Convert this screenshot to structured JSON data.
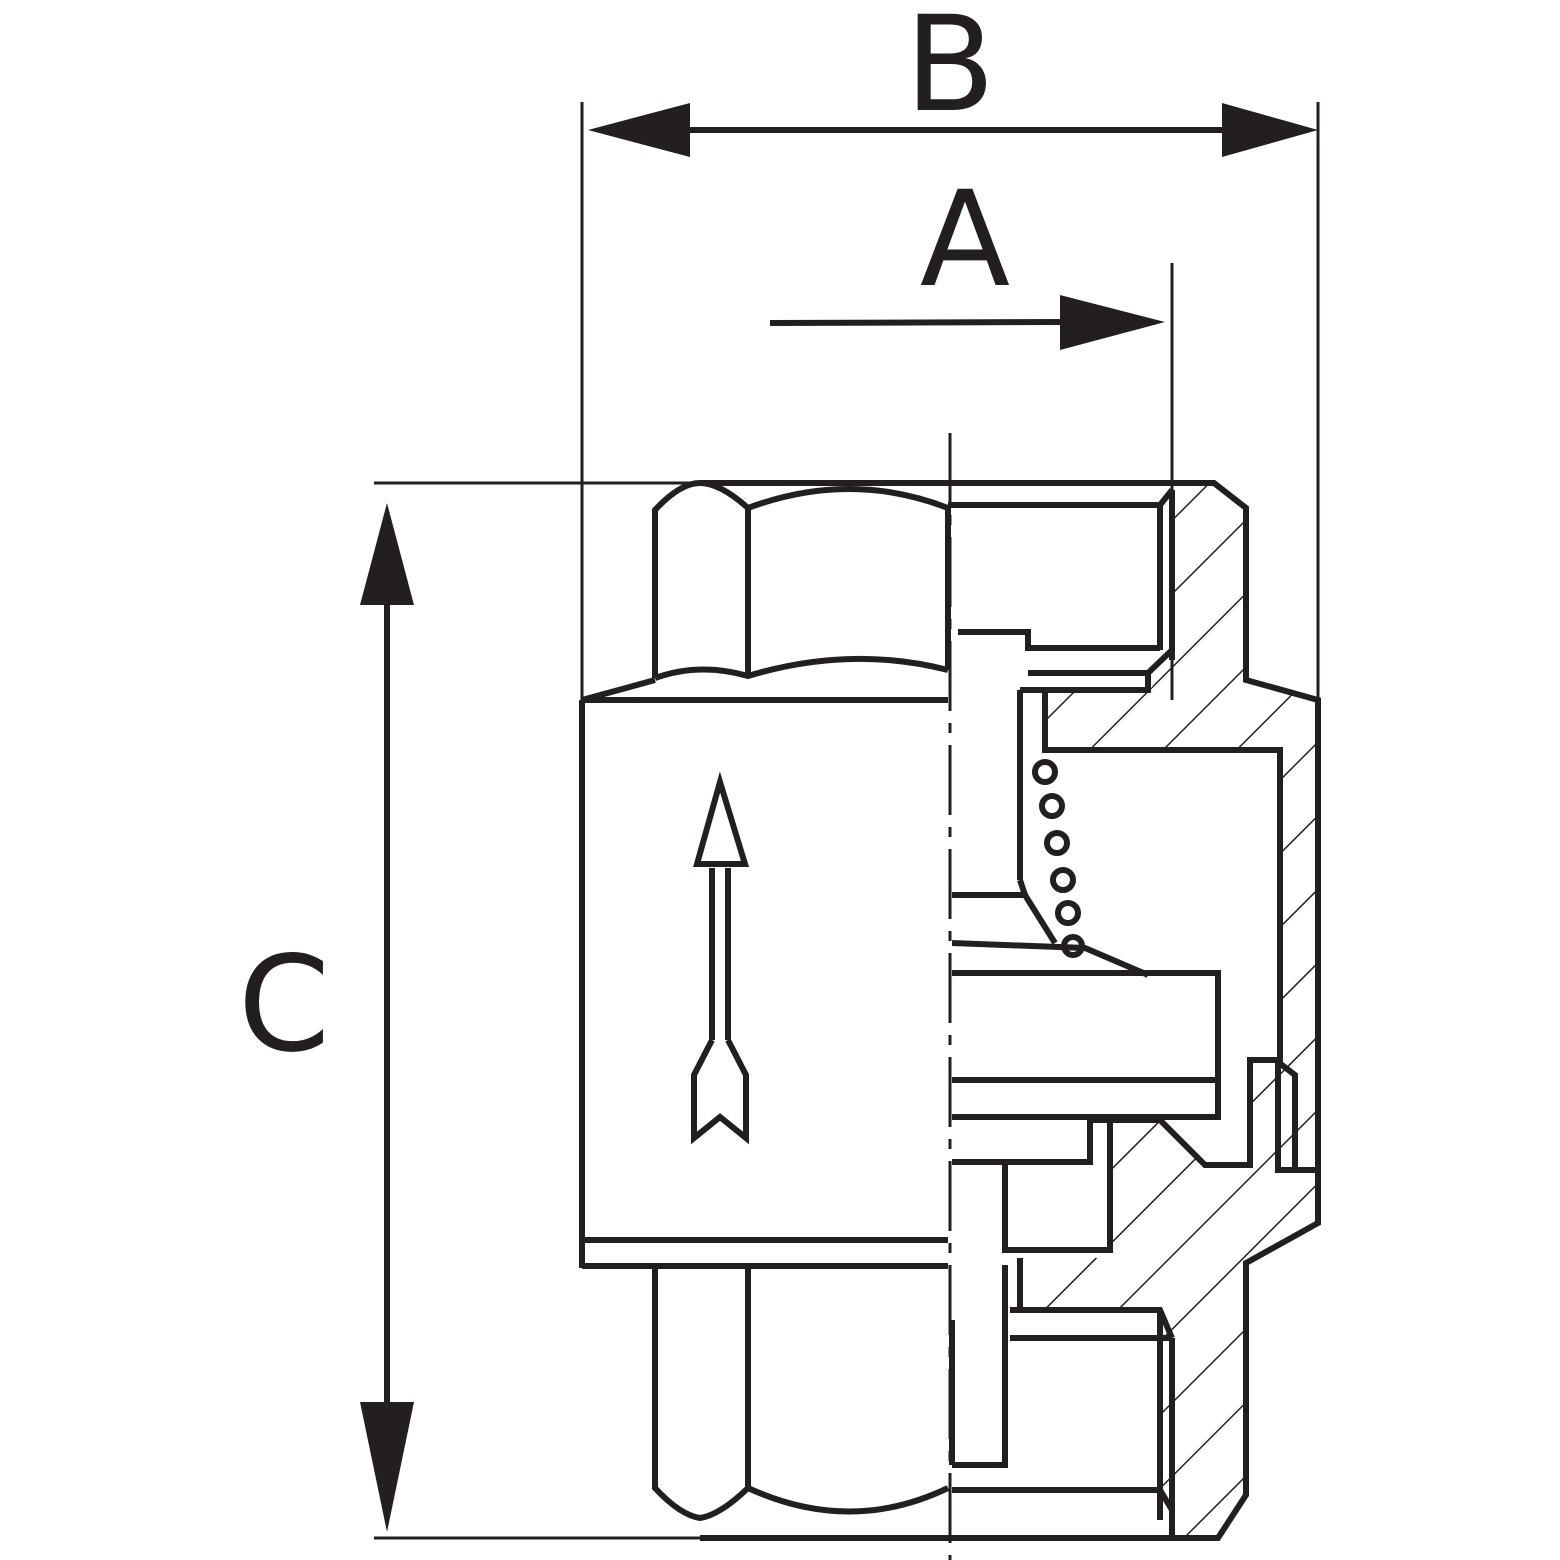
{
  "dimension_labels": {
    "b": "B",
    "a": "A",
    "c": "C"
  },
  "colors": {
    "ink": "#231f20",
    "background": "#ffffff"
  }
}
